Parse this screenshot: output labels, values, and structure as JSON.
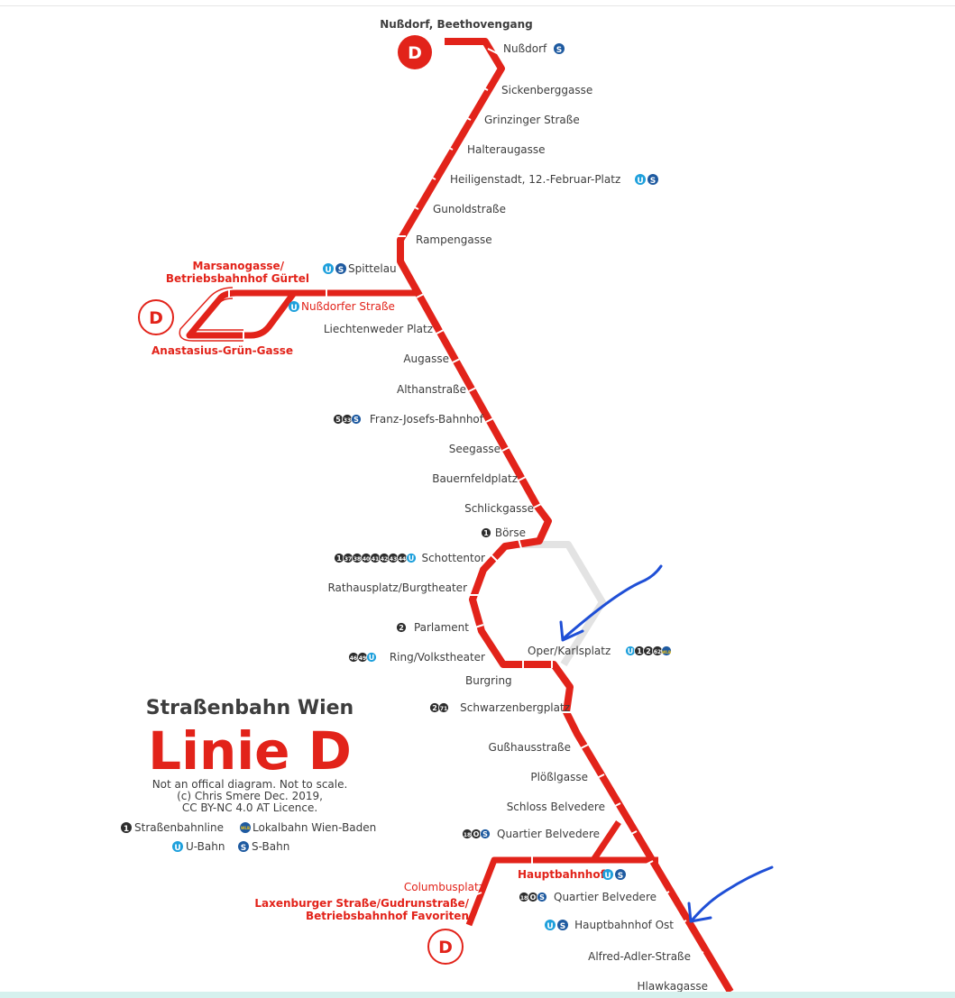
{
  "legend": {
    "title": "Straßenbahn Wien",
    "line_name": "Linie D",
    "note_1": "Not an offical diagram. Not to scale.",
    "note_2": "(c) Chris Smere Dec. 2019,",
    "note_3": "CC BY-NC 4.0 AT Licence.",
    "tram": "Straßenbahnline",
    "lokalbahn": "Lokalbahn Wien-Baden",
    "ubahn": "U-Bahn",
    "sbahn": "S-Bahn"
  },
  "terminal_badge": "D",
  "stations": {
    "nussdorf_beethovengang": "Nußdorf, Beethovengang",
    "nussdorf": "Nußdorf",
    "sickenberggasse": "Sickenberggasse",
    "grinzinger": "Grinzinger Straße",
    "halteraugasse": "Halteraugasse",
    "heiligenstadt": "Heiligenstadt, 12.-Februar-Platz",
    "gunoldstrasse": "Gunoldstraße",
    "rampengasse": "Rampengasse",
    "spittelau": "Spittelau",
    "nussdorfer_strasse": "Nußdorfer Straße",
    "marsanogasse_1": "Marsanogasse/",
    "marsanogasse_2": "Betriebsbahnhof Gürtel",
    "anastasius": "Anastasius-Grün-Gasse",
    "liechtenweder": "Liechtenweder Platz",
    "augasse": "Augasse",
    "althanstrasse": "Althanstraße",
    "franz_josefs": "Franz-Josefs-Bahnhof",
    "seegasse": "Seegasse",
    "bauernfeldplatz": "Bauernfeldplatz",
    "schlickgasse": "Schlickgasse",
    "boerse": "Börse",
    "schottentor": "Schottentor",
    "rathausplatz": "Rathausplatz/Burgtheater",
    "parlament": "Parlament",
    "ring_volkstheater": "Ring/Volkstheater",
    "oper_karlsplatz": "Oper/Karlsplatz",
    "burgring": "Burgring",
    "schwarzenbergplatz": "Schwarzenbergplatz",
    "gusshausstrasse": "Gußhausstraße",
    "ploesslgasse": "Plößlgasse",
    "schloss_belvedere": "Schloss Belvedere",
    "quartier_belvedere_1": "Quartier Belvedere",
    "hauptbahnhof": "Hauptbahnhof",
    "columbusplatz": "Columbusplatz",
    "laxenburger_1": "Laxenburger Straße/Gudrunstraße/",
    "laxenburger_2": "Betriebsbahnhof Favoriten",
    "quartier_belvedere_2": "Quartier Belvedere",
    "hauptbahnhof_ost": "Hauptbahnhof Ost",
    "alfred_adler": "Alfred-Adler-Straße",
    "hlawkagasse": "Hlawkagasse"
  },
  "transfer_badges": {
    "boerse": [
      "1"
    ],
    "schottentor": [
      "1",
      "37",
      "38",
      "40",
      "41",
      "42",
      "43",
      "44",
      "U"
    ],
    "parlament": [
      "2"
    ],
    "ring_volkstheater": [
      "46",
      "49",
      "U"
    ],
    "oper_karlsplatz": [
      "U",
      "1",
      "2",
      "62",
      "WLB"
    ],
    "schwarzenbergplatz": [
      "2",
      "71"
    ],
    "franz_josefs": [
      "5",
      "33",
      "S"
    ],
    "quartier_belvedere_1": [
      "18",
      "O",
      "S"
    ],
    "quartier_belvedere_2": [
      "18",
      "O",
      "S"
    ],
    "legend_tram": "1",
    "legend_lokalbahn": "WLB",
    "legend_ubahn": "U",
    "legend_sbahn": "S"
  },
  "colors": {
    "line": "#e2231a",
    "text": "#3d3d3d",
    "ubahn": "#1ea0dc",
    "sbahn": "#1e5aa0",
    "tram_badge": "#2d2d2d",
    "lokalbahn": "#1e5aa0",
    "ring_gray": "#e3e3e3",
    "annotation_arrow": "#1f4fd6"
  }
}
